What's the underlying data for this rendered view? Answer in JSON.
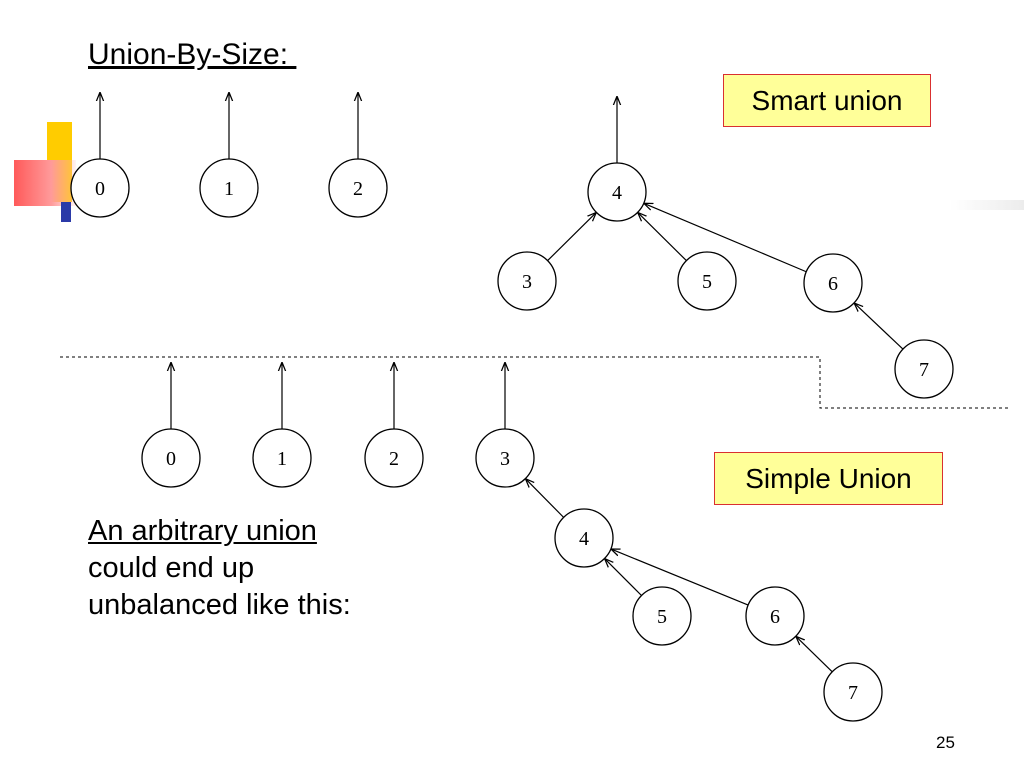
{
  "slide": {
    "title": "Union-By-Size: ",
    "smart_label": "Smart union",
    "simple_label": "Simple Union",
    "note_line1": "An arbitrary union",
    "note_line2": "could end up",
    "note_line3": "unbalanced like this:",
    "page_number": "25"
  },
  "smart_union": {
    "nodes": [
      "0",
      "1",
      "2",
      "3",
      "4",
      "5",
      "6",
      "7"
    ],
    "roots": [
      "0",
      "1",
      "2",
      "4"
    ],
    "edges": [
      [
        "3",
        "4"
      ],
      [
        "5",
        "4"
      ],
      [
        "6",
        "4"
      ],
      [
        "7",
        "6"
      ]
    ]
  },
  "simple_union": {
    "nodes": [
      "0",
      "1",
      "2",
      "3",
      "4",
      "5",
      "6",
      "7"
    ],
    "roots": [
      "0",
      "1",
      "2",
      "3"
    ],
    "edges": [
      [
        "4",
        "3"
      ],
      [
        "5",
        "4"
      ],
      [
        "6",
        "4"
      ],
      [
        "7",
        "6"
      ]
    ]
  }
}
